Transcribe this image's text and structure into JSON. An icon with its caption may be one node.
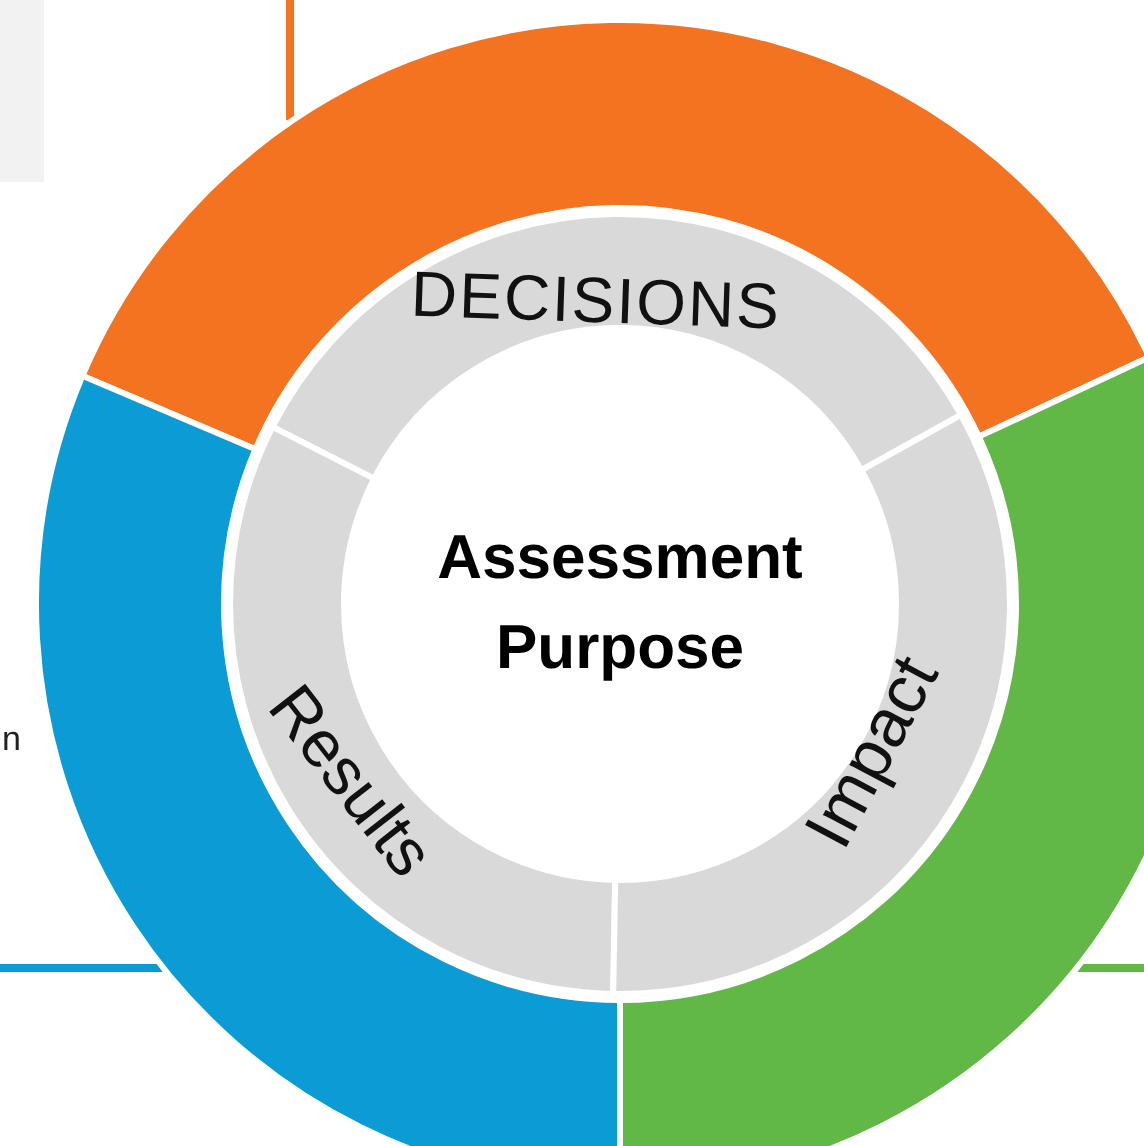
{
  "diagram": {
    "nodes": [
      {
        "text": [
          "DECISIONS"
        ]
      },
      {
        "text": [
          "Assessment Purpose"
        ]
      },
      {
        "text": [
          "Results"
        ]
      },
      {
        "text": [
          "Impact"
        ]
      }
    ],
    "labels": [
      "n"
    ]
  }
}
